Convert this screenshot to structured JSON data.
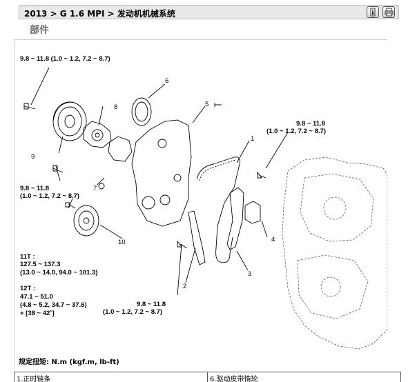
{
  "header": {
    "breadcrumb": "2013 > G 1.6 MPI > 发动机机械系统",
    "info_button": "i-icon",
    "print_button": "printer-icon"
  },
  "section": {
    "title": "部件"
  },
  "figure": {
    "callouts": {
      "c1": "1",
      "c2": "2",
      "c3": "3",
      "c4": "4",
      "c5": "5",
      "c6": "6",
      "c7": "7",
      "c8": "8",
      "c9": "9",
      "c10": "10"
    },
    "torques": {
      "top_left": "9.8 ~ 11.8 (1.0 ~ 1.2, 7.2 ~ 8.7)",
      "right_line1": "9.8 ~ 11.8",
      "right_line2": "(1.0 ~ 1.2, 7.2 ~ 8.7)",
      "mid_left_line1": "9.8 ~ 11.8",
      "mid_left_line2": "(1.0 ~ 1.2, 7.2 ~ 8.7)",
      "t11_label": "11T :",
      "t11_value": "127.5 ~ 137.3",
      "t11_units": "(13.0 ~ 14.0, 94.0 ~ 101.3)",
      "t12_label": "12T :",
      "t12_value": "47.1 ~ 51.0",
      "t12_units": "(4.8 ~ 5.2, 34.7 ~ 37.6)",
      "t12_extra": "+ [38 ~ 42˚]",
      "bottom_line1": "9.8 ~ 11.8",
      "bottom_line2": "(1.0 ~ 1.2, 7.2 ~ 8.7)"
    },
    "note": "规定扭矩: N.m (kgf.m, lb-ft)"
  },
  "parts_table": {
    "col1": "1.正时链条",
    "col2": "6.驱动皮带惰轮"
  }
}
